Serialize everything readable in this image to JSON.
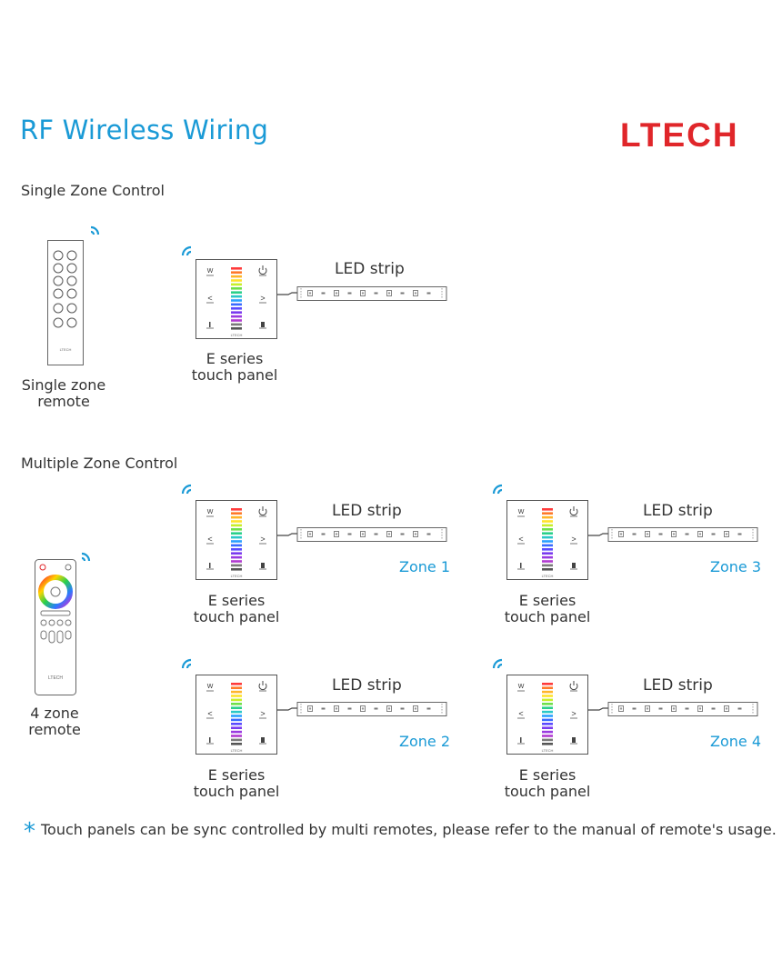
{
  "title": "RF Wireless Wiring",
  "brand": "LTECH",
  "brand_color": "#e0262a",
  "accent_color": "#1a9ad6",
  "single": {
    "heading": "Single Zone Control",
    "remote_label_1": "Single zone",
    "remote_label_2": "remote",
    "remote_brand": "LTECH",
    "panel_label_1": "E series",
    "panel_label_2": "touch panel",
    "strip_label": "LED strip"
  },
  "multi": {
    "heading": "Multiple Zone Control",
    "remote_label_1": "4 zone",
    "remote_label_2": "remote",
    "remote_brand": "LTECH",
    "zones": [
      {
        "panel_label_1": "E series",
        "panel_label_2": "touch panel",
        "strip_label": "LED strip",
        "zone": "Zone 1"
      },
      {
        "panel_label_1": "E series",
        "panel_label_2": "touch panel",
        "strip_label": "LED strip",
        "zone": "Zone 3"
      },
      {
        "panel_label_1": "E series",
        "panel_label_2": "touch panel",
        "strip_label": "LED strip",
        "zone": "Zone 2"
      },
      {
        "panel_label_1": "E series",
        "panel_label_2": "touch panel",
        "strip_label": "LED strip",
        "zone": "Zone 4"
      }
    ]
  },
  "panel_keys": {
    "w": "W",
    "prev": "<",
    "next": ">",
    "brand": "LTECH"
  },
  "note": "Touch panels can be sync controlled by multi remotes, please refer to the manual of remote's usage.",
  "note_symbol": "*",
  "icons": [
    "wifi-signal-icon",
    "power-icon",
    "asterisk-icon"
  ]
}
